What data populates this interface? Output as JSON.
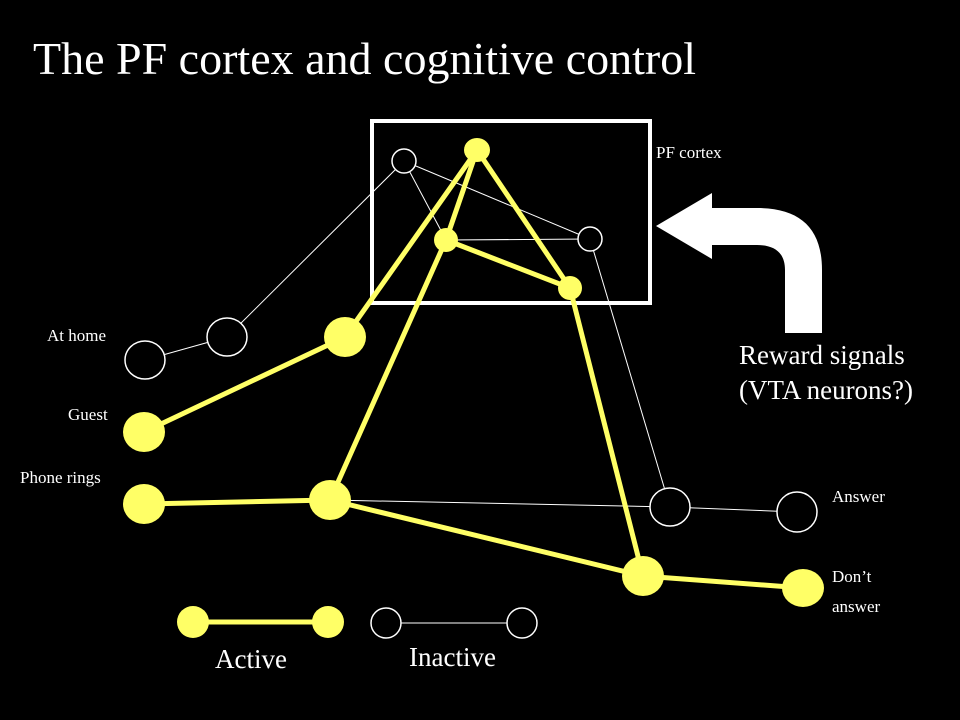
{
  "title": "The PF cortex and cognitive control",
  "labels": {
    "pf_cortex": "PF cortex",
    "at_home": "At home",
    "guest": "Guest",
    "phone_rings": "Phone rings",
    "answer": "Answer",
    "dont_answer_line1": "Don’t",
    "dont_answer_line2": "answer",
    "reward_line1": "Reward signals",
    "reward_line2": "(VTA neurons?)"
  },
  "legend": {
    "active": "Active",
    "inactive": "Inactive"
  },
  "colors": {
    "background": "#000000",
    "active": "#ffff66",
    "inactive": "#ffffff",
    "text": "#ffffff"
  },
  "icons": {
    "reward_arrow": "curved-arrow-left-icon"
  }
}
